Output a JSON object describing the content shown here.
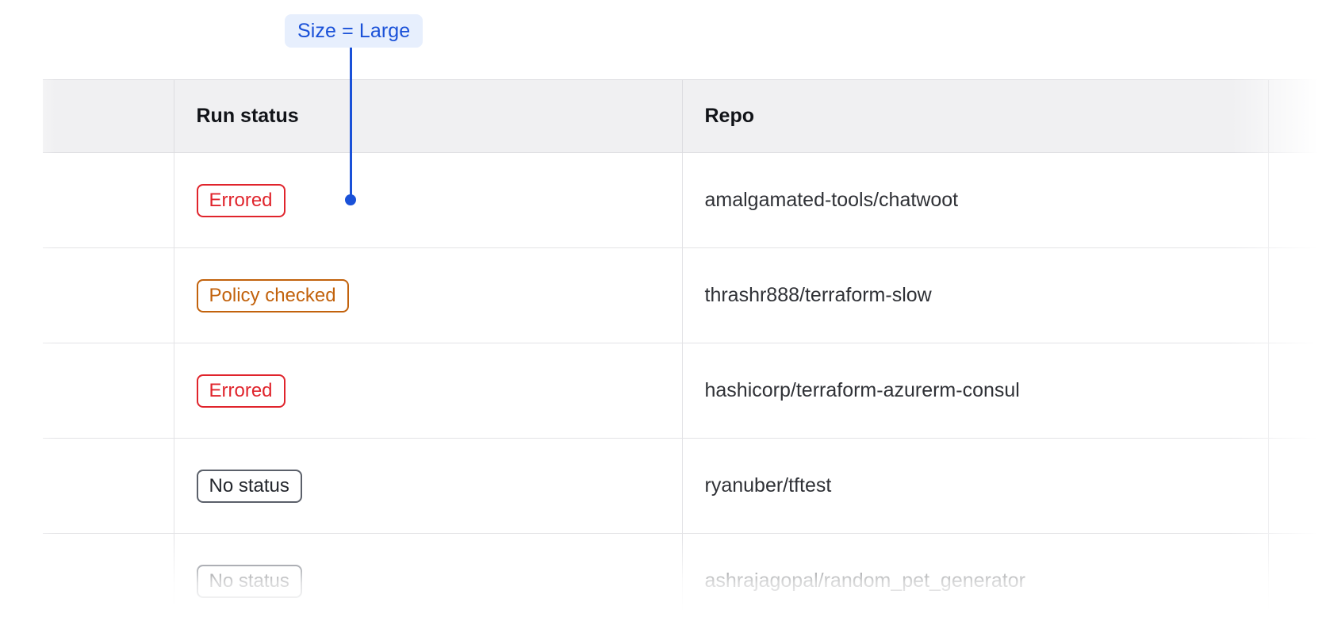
{
  "annotation": {
    "label": "Size = Large",
    "accent_color": "#1a51d8",
    "badge_background": "#e7effd",
    "connector": "pointer-line",
    "target": "first-row-run-status-pill"
  },
  "table": {
    "columns": [
      {
        "key": "gutter",
        "label": ""
      },
      {
        "key": "run_status",
        "label": "Run status"
      },
      {
        "key": "repo",
        "label": "Repo"
      },
      {
        "key": "tail",
        "label": ""
      }
    ],
    "header_background": "#f0f0f2",
    "rows": [
      {
        "status": {
          "label": "Errored",
          "variant": "errored",
          "color": "#e0242c"
        },
        "repo": "amalgamated-tools/chatwoot",
        "faded": false
      },
      {
        "status": {
          "label": "Policy checked",
          "variant": "policy-checked",
          "color": "#c2620c"
        },
        "repo": "thrashr888/terraform-slow",
        "faded": false
      },
      {
        "status": {
          "label": "Errored",
          "variant": "errored",
          "color": "#e0242c"
        },
        "repo": "hashicorp/terraform-azurerm-consul",
        "faded": false
      },
      {
        "status": {
          "label": "No status",
          "variant": "no-status",
          "color": "#5b606a"
        },
        "repo": "ryanuber/tftest",
        "faded": false
      },
      {
        "status": {
          "label": "No status",
          "variant": "no-status",
          "color": "#5b606a"
        },
        "repo": "ashrajagopal/random_pet_generator",
        "faded": true
      }
    ]
  }
}
